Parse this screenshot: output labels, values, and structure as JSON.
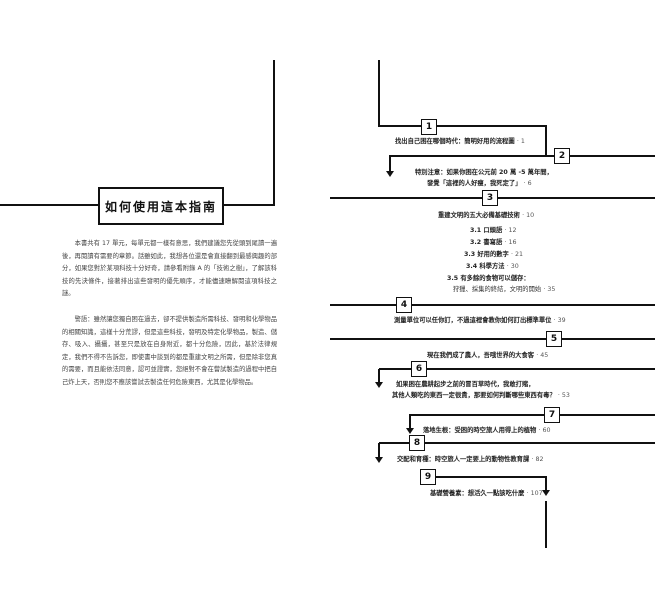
{
  "left_page": {
    "title": "如何使用這本指南",
    "paragraphs": [
      "本書共有 17 單元，每單元都一樣有意思，我們建議您先從頭到尾讀一遍後，再閱讀有需要的章節。話雖如此，我想各位還是會直接翻到最感興趣的部分，如果您對於某項科技十分好奇，請參看附錄 A 的「技術之樹」，了解該科技的先決條件，接著排出這些發明的優先順序，才能儘速瞭解閱這項科技之謎。",
      "警語：雖然讓您獨自困在過去，卻不提供製造所需科技、發明和化學物品的相關知識，這樣十分荒謬，但是這些科技，發明及特定化學物品，製造、儲存、吸入、攝攝，甚至只是放在自身附近，都十分危險，因此，基於法律規定，我們不得不告訴您，即使書中談到的都是重建文明之所需，但是除非您真的需要，而且能依法同意，認可並證實，您絕對不會在嘗試製造的過程中把自己炸上天，否則您不應該嘗試去製造任何危險東西，尤其是化學物品。"
    ]
  },
  "flowchart": {
    "nodes": [
      {
        "num": "1",
        "label": "找出自己困在哪個時代：簡明好用的流程圖",
        "page": "· 1"
      },
      {
        "num": "2",
        "label": "特別注意：如果你困在公元前 20 萬 -5 萬年間，",
        "label2": "發覺「這裡的人好瘦，我死定了」",
        "page": "· 6"
      },
      {
        "num": "3",
        "label": "重建文明的五大必備基礎技術",
        "page": "· 10",
        "subs": [
          {
            "text": "3.1 口頭語",
            "page": "· 12"
          },
          {
            "text": "3.2 書寫語",
            "page": "· 16"
          },
          {
            "text": "3.3 好用的數字",
            "page": "· 21"
          },
          {
            "text": "3.4 科學方法",
            "page": "· 30"
          },
          {
            "text": "3.5 有多餘的食物可以儲存：",
            "page": ""
          },
          {
            "text": "狩獵、採集的終結，文明的開始",
            "page": "· 35"
          }
        ]
      },
      {
        "num": "4",
        "label": "測量單位可以任你訂，不過這裡會教你如何訂出標準單位",
        "page": "· 39"
      },
      {
        "num": "5",
        "label": "現在我們成了農人，吾哦世界的大食客",
        "page": "· 45"
      },
      {
        "num": "6",
        "label": "如果困在農耕起步之前的冒百草時代，我敢打賭，",
        "label2": "其他人類吃的東西一定很貴，那要如何判斷哪些東西有毒？",
        "page": "· 53"
      },
      {
        "num": "7",
        "label": "落地生根：受困的時空旅人用得上的植物",
        "page": "· 60"
      },
      {
        "num": "8",
        "label": "交配和育種：時空旅人一定要上的動物性教育課",
        "page": "· 82"
      },
      {
        "num": "9",
        "label": "基礎營養素：想活久一點該吃什麼",
        "page": "· 107"
      }
    ]
  }
}
